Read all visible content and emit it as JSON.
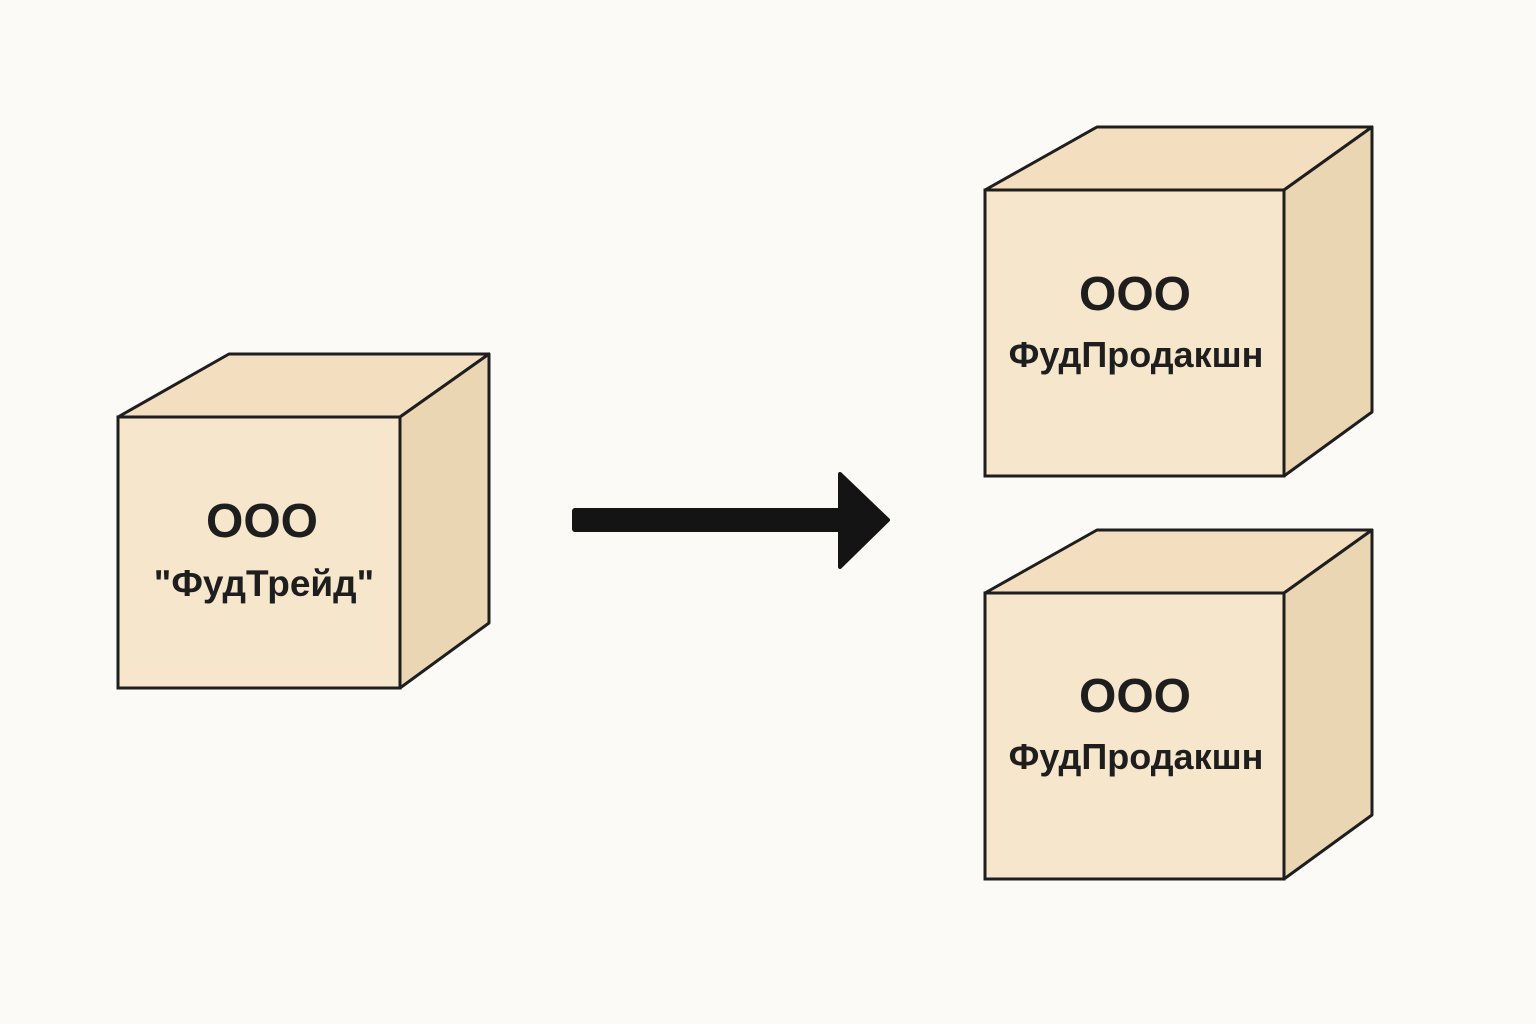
{
  "colors": {
    "background": "#fcfaf7",
    "cube_front": "#f6e6cb",
    "cube_top": "#f3dfbf",
    "cube_side": "#ead6b3",
    "outline": "#1e1e1e",
    "arrow": "#141414"
  },
  "source": {
    "line1": "ООО",
    "line2": "\"ФудТрейд\""
  },
  "targets": [
    {
      "line1": "ООО",
      "line2": "ФудПродакшн"
    },
    {
      "line1": "ООО",
      "line2": "ФудПродакшн"
    }
  ]
}
